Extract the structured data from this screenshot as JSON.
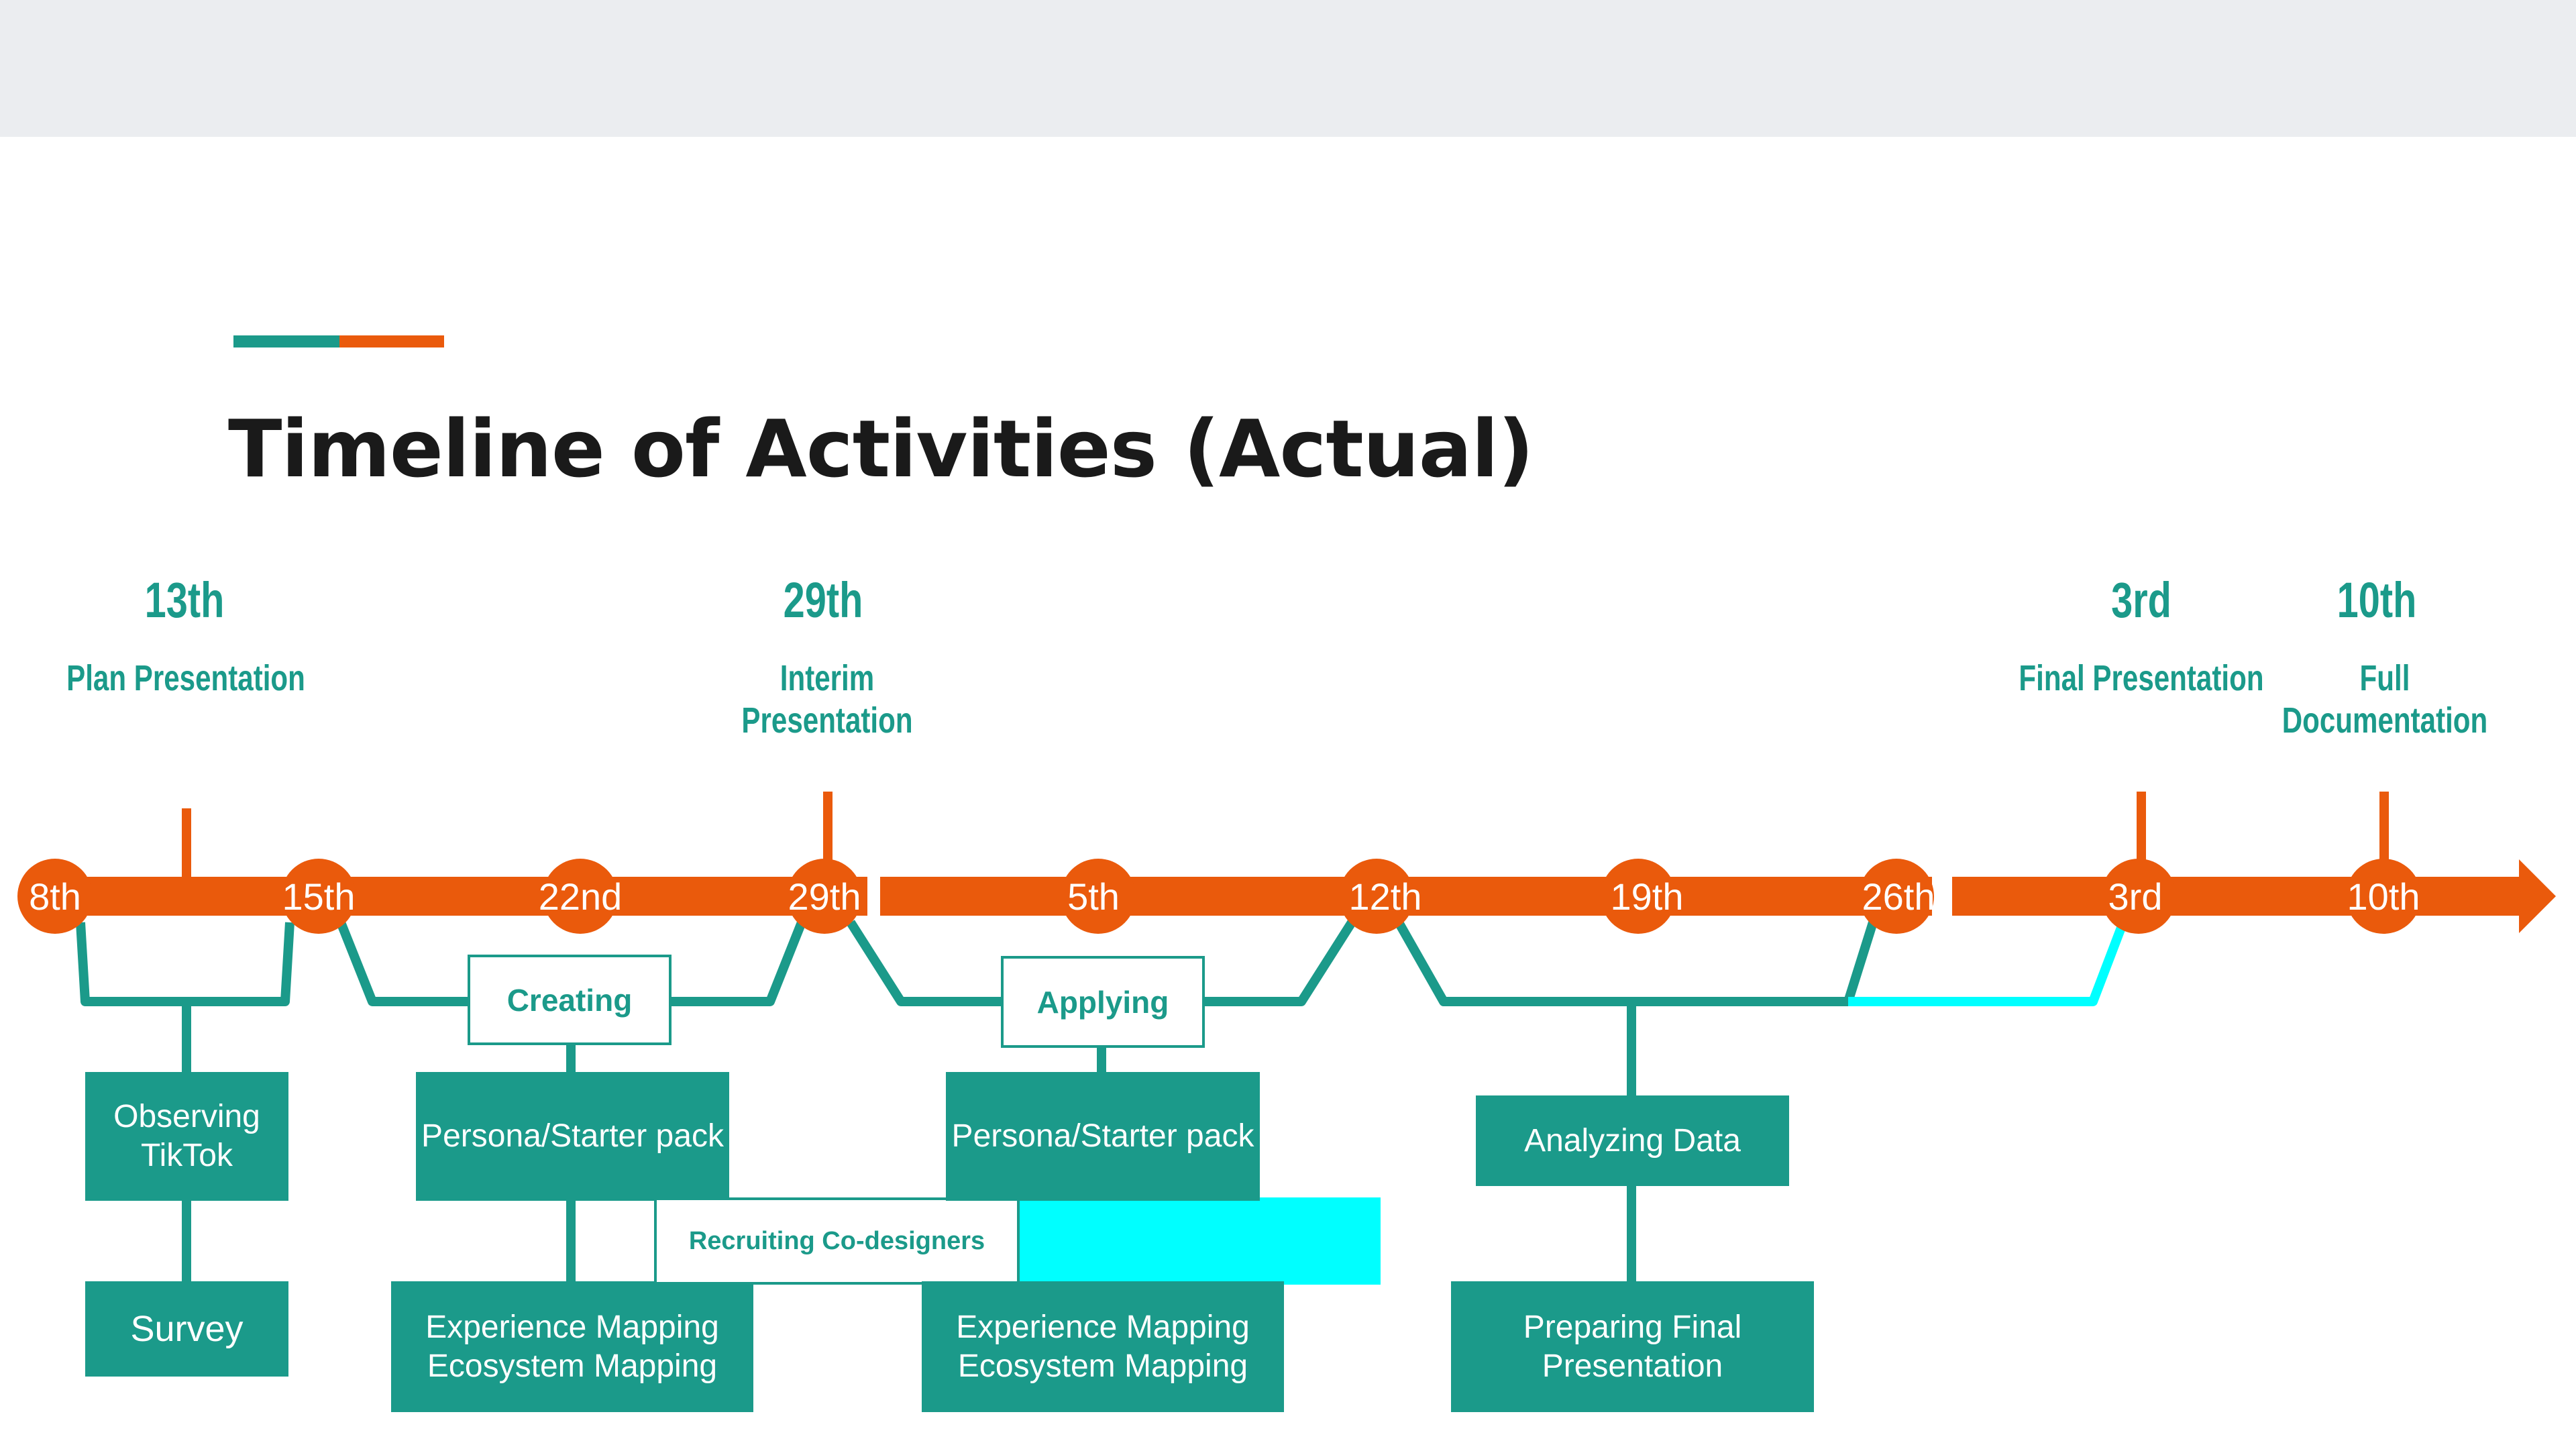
{
  "title": "Timeline of Activities (Actual)",
  "colors": {
    "teal": "#1b9a8a",
    "orange": "#ea5a0c",
    "cyan": "#00ffff",
    "title": "#1a1a1a",
    "topbar": "#ebedf0"
  },
  "milestones": [
    {
      "date": "13th",
      "label": "Plan Presentation"
    },
    {
      "date": "29th",
      "label": "Interim Presentation"
    },
    {
      "date": "3rd",
      "label": "Final Presentation"
    },
    {
      "date": "10th",
      "label": "Full Documentation"
    }
  ],
  "timeline_dates": [
    "8th",
    "15th",
    "22nd",
    "29th",
    "5th",
    "12th",
    "19th",
    "26th",
    "3rd",
    "10th"
  ],
  "phases": {
    "creating": "Creating",
    "applying": "Applying"
  },
  "activities": {
    "observing": "Observing TikTok",
    "survey": "Survey",
    "persona_1": "Persona/Starter pack",
    "mapping_1": "Experience Mapping Ecosystem Mapping",
    "recruiting": "Recruiting Co-designers",
    "persona_2": "Persona/Starter pack",
    "mapping_2": "Experience Mapping Ecosystem Mapping",
    "analyzing": "Analyzing Data",
    "preparing": "Preparing Final Presentation"
  }
}
